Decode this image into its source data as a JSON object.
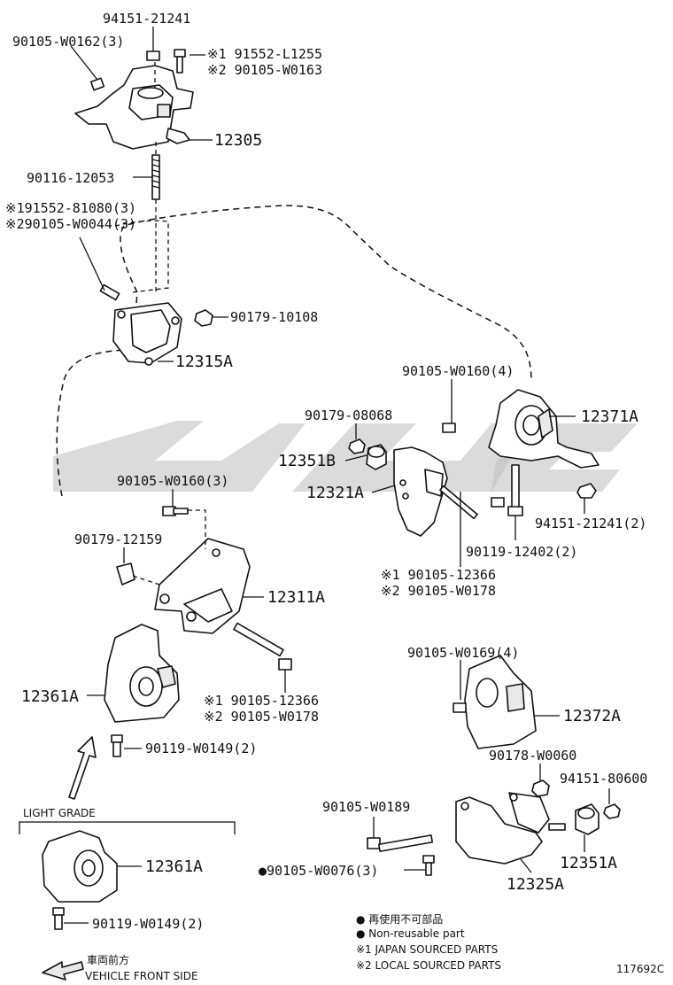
{
  "labels": {
    "p_94151_21241": "94151-21241",
    "p_90105_W0162": "90105-W0162(3)",
    "p_91552_L1255": "※1 91552-L1255",
    "p_90105_W0163": "※2 90105-W0163",
    "p_12305": "12305",
    "p_90116_12053": "90116-12053",
    "p_191552_81080": "※191552-81080(3)",
    "p_90105_W0044": "※290105-W0044(3)",
    "p_90179_10108": "90179-10108",
    "p_12315A": "12315A",
    "p_90105_W0160_4": "90105-W0160(4)",
    "p_90179_08068": "90179-08068",
    "p_12371A": "12371A",
    "p_12351B": "12351B",
    "p_12321A": "12321A",
    "p_90105_W0160_3": "90105-W0160(3)",
    "p_94151_21241_2": "94151-21241(2)",
    "p_90179_12159": "90179-12159",
    "p_90119_12402": "90119-12402(2)",
    "p_90105_12366_a": "※1 90105-12366",
    "p_90105_W0178_a": "※2 90105-W0178",
    "p_12311A": "12311A",
    "p_90105_W0169": "90105-W0169(4)",
    "p_12361A": "12361A",
    "p_90105_12366_b": "※1  90105-12366",
    "p_90105_W0178_b": "※2  90105-W0178",
    "p_12372A": "12372A",
    "p_90119_W0149": "90119-W0149(2)",
    "p_90178_W0060": "90178-W0060",
    "p_94151_80600": "94151-80600",
    "light_grade": "LIGHT GRADE",
    "p_90105_W0189": "90105-W0189",
    "p_12361A_light": "12361A",
    "p_12351A": "12351A",
    "p_90105_W0076": "●90105-W0076(3)",
    "p_12325A": "12325A",
    "p_90119_W0149_light": "90119-W0149(2)"
  },
  "legend": {
    "nonreusable_jp": "● 再使用不可部品",
    "nonreusable_en": "● Non-reusable part",
    "japan": "※1 JAPAN SOURCED PARTS",
    "local": "※2 LOCAL SOURCED PARTS"
  },
  "front": {
    "jp": "車両前方",
    "en": "VEHICLE FRONT SIDE"
  },
  "figure_id": "117692C",
  "watermark": "ySO"
}
